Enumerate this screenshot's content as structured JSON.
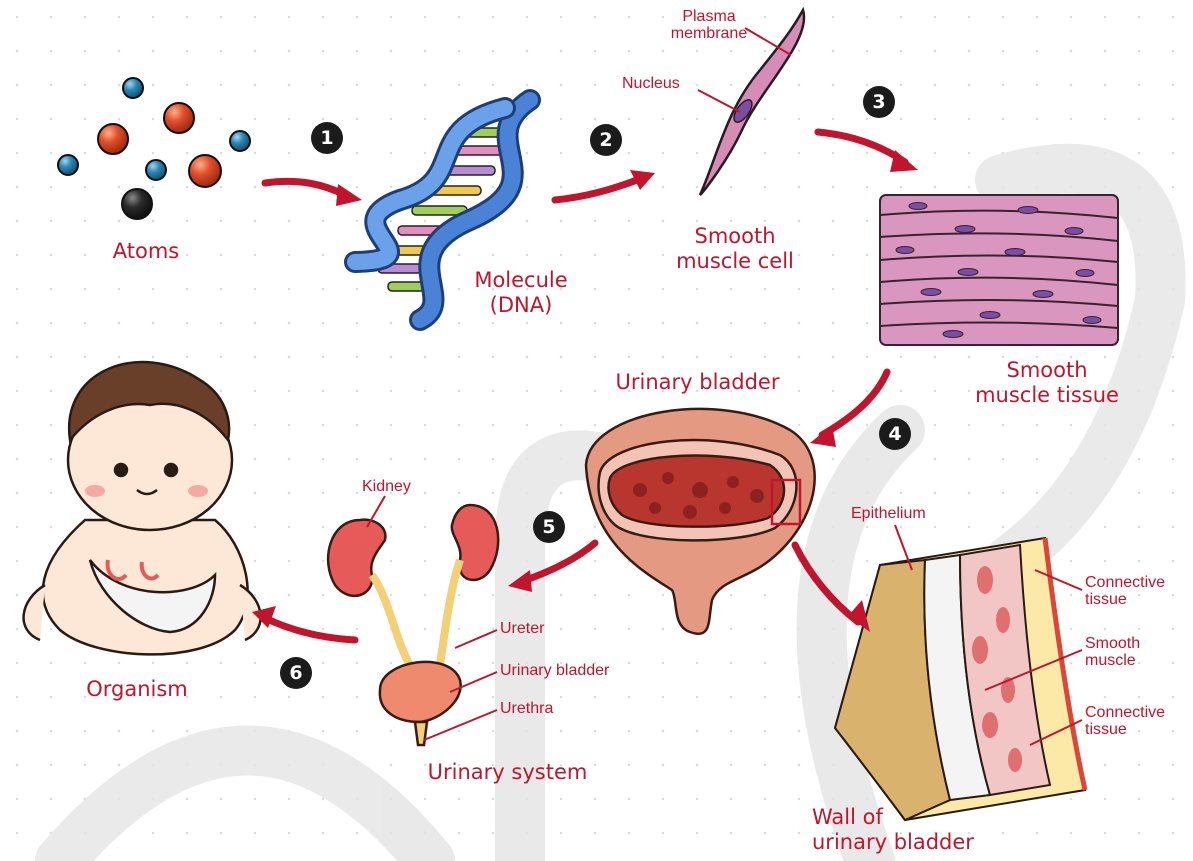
{
  "stages": {
    "atoms": "Atoms",
    "molecule": "Molecule\n(DNA)",
    "cell": "Smooth\nmuscle cell",
    "tissue": "Smooth\nmuscle tissue",
    "organ": "Urinary bladder",
    "system": "Urinary system",
    "organism": "Organism",
    "wall": "Wall of\nurinary bladder"
  },
  "callouts": {
    "plasma_membrane": "Plasma\nmembrane",
    "nucleus": "Nucleus",
    "kidney": "Kidney",
    "ureter": "Ureter",
    "urinary_bladder": "Urinary bladder",
    "urethra": "Urethra",
    "epithelium": "Epithelium",
    "connective_tissue_1": "Connective\ntissue",
    "smooth_muscle": "Smooth\nmuscle",
    "connective_tissue_2": "Connective\ntissue"
  },
  "steps": [
    "1",
    "2",
    "3",
    "4",
    "5",
    "6"
  ],
  "colors": {
    "label": "#c0152c",
    "arrow": "#c0152c",
    "badge": "#1b1b1b",
    "atom_red": "#e24e2b",
    "atom_blue": "#2f86b5",
    "atom_black": "#2b2b2b",
    "dna_backbone": "#3f74c9",
    "muscle_cell": "#d58cb5",
    "nucleus": "#7a4ea3",
    "kidney": "#e65a5a",
    "ureter": "#f3cf78",
    "watermark": "#e4e4e4"
  }
}
